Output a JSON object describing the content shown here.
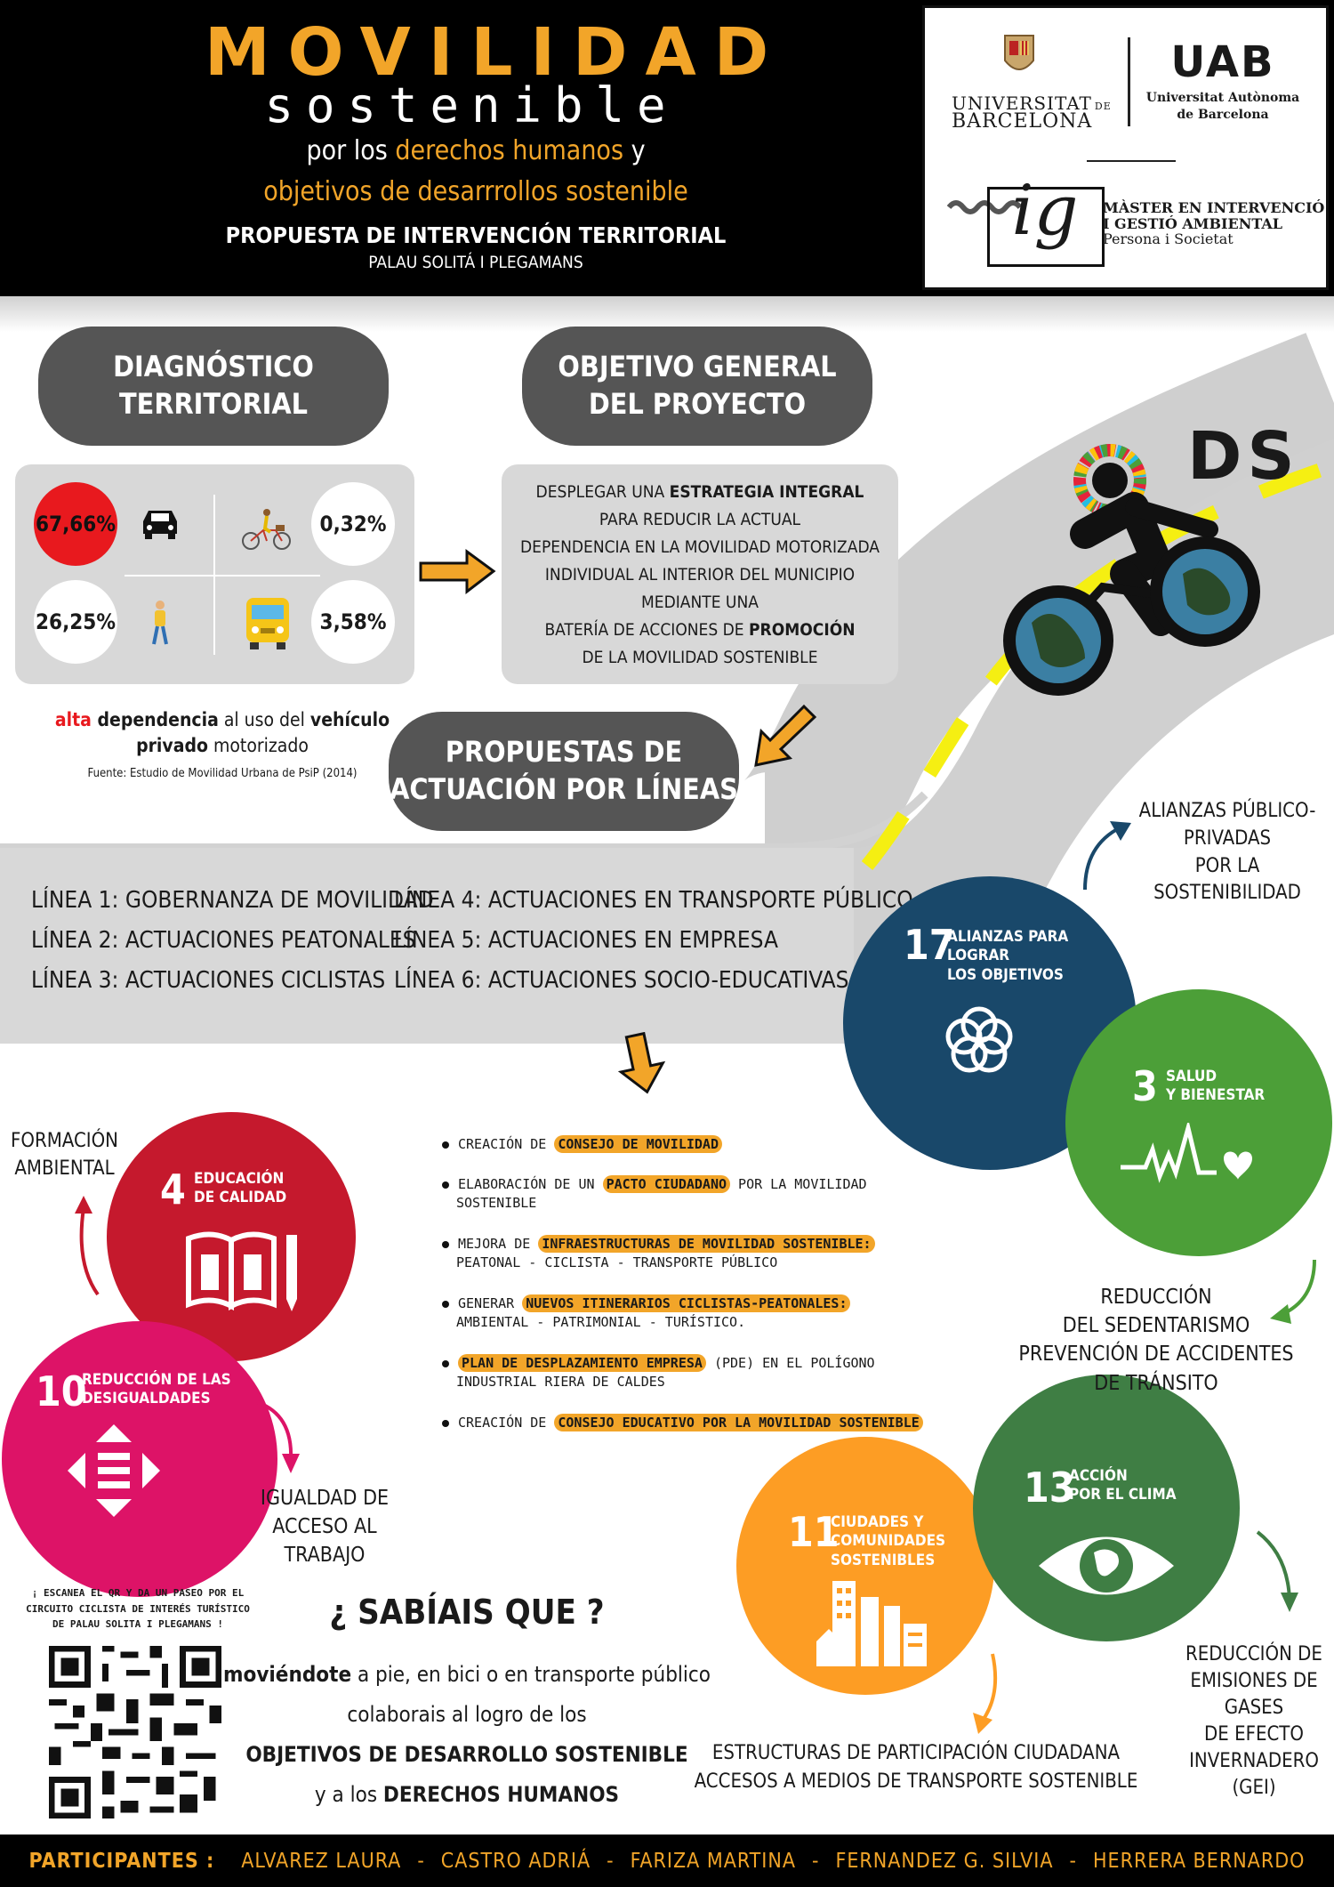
{
  "header": {
    "title_main": "MOVILIDAD",
    "title_sub": "sostenible",
    "line1_a": "por los ",
    "line1_b": "derechos humanos",
    "line1_c": " y",
    "line2": "objetivos de desarrrollos sostenible",
    "line3": "PROPUESTA DE INTERVENCIÓN TERRITORIAL",
    "line4": "PALAU SOLITÁ I PLEGAMANS"
  },
  "logos": {
    "ub_line1": "UNIVERSITAT",
    "ub_de": "DE",
    "ub_line2": "BARCELONA",
    "uab_mark": "UAB",
    "uab_line1": "Universitat Autònoma",
    "uab_line2": "de Barcelona",
    "ig_mark": "ig",
    "master_line1": "MÀSTER EN INTERVENCIÓ",
    "master_line2": "I GESTIÓ AMBIENTAL",
    "master_line3": "Persona i Societat"
  },
  "diagnostico": {
    "title_l1": "DIAGNÓSTICO",
    "title_l2": "TERRITORIAL",
    "stats": {
      "car": "67,66%",
      "bike": "0,32%",
      "walk": "26,25%",
      "bus": "3,58%"
    },
    "caption_a": "alta",
    "caption_b": " dependencia",
    "caption_c": " al uso del ",
    "caption_d": "vehículo",
    "caption_e": "privado",
    "caption_f": " motorizado",
    "source": "Fuente: Estudio de Movilidad Urbana de PsiP (2014)"
  },
  "objetivo": {
    "title_l1": "OBJETIVO GENERAL",
    "title_l2": "DEL PROYECTO",
    "t1a": "DESPLEGAR UNA ",
    "t1b": "ESTRATEGIA INTEGRAL",
    "t2": "PARA REDUCIR LA ACTUAL",
    "t3": "DEPENDENCIA EN LA MOVILIDAD MOTORIZADA",
    "t4": "INDIVIDUAL AL INTERIOR DEL MUNICIPIO",
    "t5": "MEDIANTE UNA",
    "t6a": "BATERÍA DE ACCIONES DE ",
    "t6b": "PROMOCIÓN",
    "t7": "DE LA MOVILIDAD SOSTENIBLE"
  },
  "ods_logo": "DS",
  "propuestas": {
    "title_l1": "PROPUESTAS DE",
    "title_l2": "ACTUACIÓN POR LÍNEAS"
  },
  "lineas": [
    {
      "prefix": "LÍNEA 1: ",
      "text": "GOBERNANZA DE MOVILIDAD"
    },
    {
      "prefix": "LÍNEA 2: ",
      "text": "ACTUACIONES PEATONALES"
    },
    {
      "prefix": "LÍNEA 3: ",
      "text": "ACTUACIONES CICLISTAS"
    },
    {
      "prefix": "LÍNEA 4: ",
      "text": "ACTUACIONES EN TRANSPORTE PÚBLICO"
    },
    {
      "prefix": "LÍNEA 5: ",
      "text": "ACTUACIONES EN EMPRESA"
    },
    {
      "prefix": "LÍNEA 6: ",
      "text": "ACTUACIONES SOCIO-EDUCATIVAS"
    }
  ],
  "acciones": [
    {
      "pre": "CREACIÓN DE ",
      "hl": "CONSEJO DE MOVILIDAD",
      "post": "",
      "sub": ""
    },
    {
      "pre": "ELABORACIÓN DE UN ",
      "hl": "PACTO CIUDADANO",
      "post": " POR LA MOVILIDAD",
      "sub": "SOSTENIBLE"
    },
    {
      "pre": "MEJORA DE ",
      "hl": "INFRAESTRUCTURAS DE MOVILIDAD SOSTENIBLE:",
      "post": "",
      "sub": "PEATONAL - CICLISTA - TRANSPORTE PÚBLICO"
    },
    {
      "pre": "GENERAR ",
      "hl": "NUEVOS ITINERARIOS CICLISTAS-PEATONALES:",
      "post": "",
      "sub": " AMBIENTAL - PATRIMONIAL - TURÍSTICO."
    },
    {
      "pre": "",
      "hl": "PLAN DE DESPLAZAMIENTO EMPRESA",
      "post": " (PDE) EN EL POLÍGONO",
      "sub": "INDUSTRIAL RIERA DE CALDES"
    },
    {
      "pre": "CREACIÓN DE ",
      "hl": "CONSEJO EDUCATIVO POR LA MOVILIDAD SOSTENIBLE",
      "post": "",
      "sub": ""
    }
  ],
  "ods": {
    "o17": {
      "num": "17",
      "l1": "ALIANZAS PARA",
      "l2": "LOGRAR",
      "l3": "LOS OBJETIVOS",
      "color": "#19486a"
    },
    "o3": {
      "num": "3",
      "l1": "SALUD",
      "l2": "Y BIENESTAR",
      "color": "#4c9f38"
    },
    "o4": {
      "num": "4",
      "l1": "EDUCACIÓN",
      "l2": "DE CALIDAD",
      "color": "#c5192d"
    },
    "o10": {
      "num": "10",
      "l1": "REDUCCIÓN DE LAS",
      "l2": "DESIGUALDADES",
      "color": "#dd1367"
    },
    "o11": {
      "num": "11",
      "l1": "CIUDADES Y",
      "l2": "COMUNIDADES",
      "l3": "SOSTENIBLES",
      "color": "#fd9d24"
    },
    "o13": {
      "num": "13",
      "l1": "ACCIÓN",
      "l2": "POR EL CLIMA",
      "color": "#3f7e44"
    }
  },
  "labels": {
    "alianzas": [
      "ALIANZAS PÚBLICO-",
      "PRIVADAS",
      "POR LA",
      "SOSTENIBILIDAD"
    ],
    "formacion": [
      "FORMACIÓN",
      "AMBIENTAL"
    ],
    "sedentarismo": [
      "REDUCCIÓN",
      "DEL SEDENTARISMO",
      "PREVENCIÓN DE ACCIDENTES",
      "DE TRÁNSITO"
    ],
    "igualdad": [
      "IGUALDAD DE",
      "ACCESO AL TRABAJO"
    ],
    "emisiones": [
      "REDUCCIÓN DE",
      "EMISIONES DE",
      "GASES",
      "DE EFECTO",
      "INVERNADERO",
      "(GEI)"
    ],
    "estructuras": [
      "ESTRUCTURAS DE PARTICIPACIÓN CIUDADANA",
      "ACCESOS A MEDIOS DE TRANSPORTE SOSTENIBLE"
    ]
  },
  "qr": {
    "l1": "¡ ESCANEA EL QR Y DA UN PASEO POR EL",
    "l2": "CIRCUITO CICLISTA DE INTERÉS TURÍSTICO",
    "l3": "DE PALAU SOLITA  I PLEGAMANS !"
  },
  "sabiais": {
    "title": "¿ SABÍAIS QUE ?",
    "l1a": "moviéndote",
    "l1b": " a pie, en bici o en transporte público",
    "l2": "colaborais al logro de los",
    "l3": "OBJETIVOS DE DESARROLLO SOSTENIBLE",
    "l4a": "y a los ",
    "l4b": "DERECHOS HUMANOS"
  },
  "footer": {
    "label": "PARTICIPANTES :",
    "names": [
      "ALVAREZ LAURA",
      "CASTRO ADRIÁ",
      "FARIZA MARTINA",
      "FERNANDEZ G. SILVIA",
      "HERRERA BERNARDO"
    ],
    "sep": "-"
  }
}
